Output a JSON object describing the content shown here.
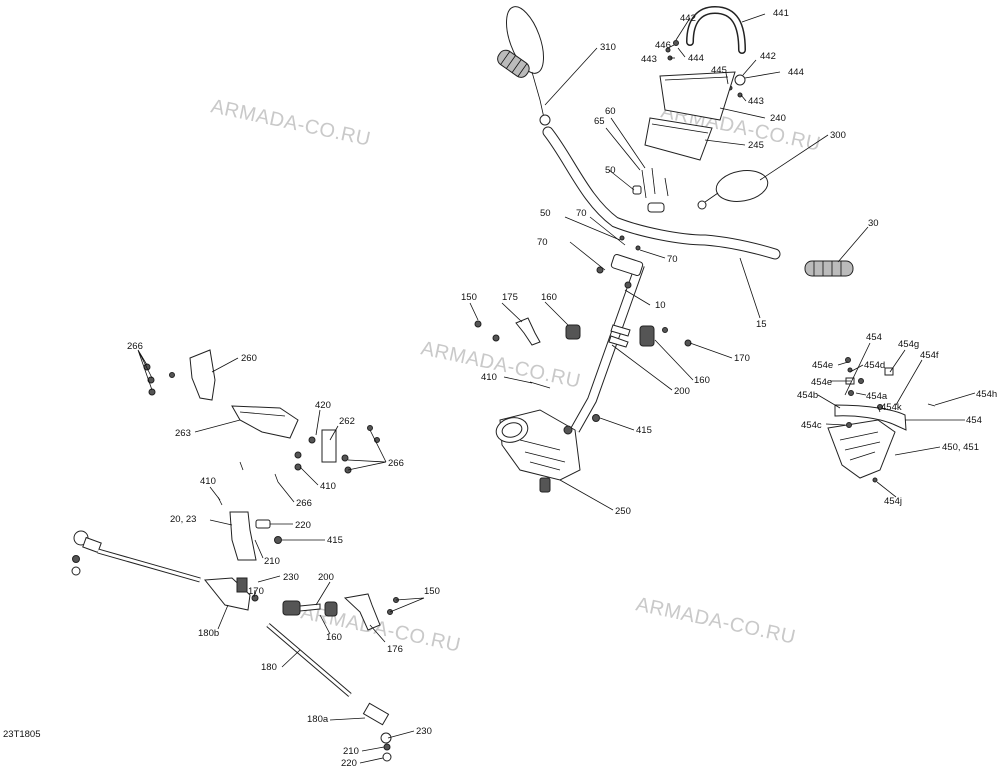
{
  "diagram": {
    "code": "23T1805",
    "watermark": "ARMADA-CO.RU",
    "labels": {
      "l441": "441",
      "l442a": "442",
      "l446": "446",
      "l443a": "443",
      "l444a": "444",
      "l442b": "442",
      "l445": "445",
      "l444b": "444",
      "l443b": "443",
      "l310": "310",
      "l240": "240",
      "l60": "60",
      "l65": "65",
      "l245": "245",
      "l300": "300",
      "l50a": "50",
      "l50b": "50",
      "l70a": "70",
      "l70b": "70",
      "l70c": "70",
      "l30": "30",
      "l10": "10",
      "l150a": "150",
      "l175": "175",
      "l160a": "160",
      "l15": "15",
      "l454": "454",
      "l454g": "454g",
      "l454e": "454e",
      "l454d": "454d",
      "l454f": "454f",
      "l454e2": "454e",
      "l454a": "454a",
      "l454b": "454b",
      "l454h": "454h",
      "l454k": "454k",
      "l454x": "454",
      "l454c": "454c",
      "l450": "450, 451",
      "l454j": "454j",
      "l170a": "170",
      "l160b": "160",
      "l200a": "200",
      "l410a": "410",
      "l415a": "415",
      "l250": "250",
      "l266a": "266",
      "l260": "260",
      "l263": "263",
      "l420": "420",
      "l262": "262",
      "l266b": "266",
      "l410b": "410",
      "l266c": "266",
      "l410c": "410",
      "l2023": "20, 23",
      "l220a": "220",
      "l415b": "415",
      "l210a": "210",
      "l230a": "230",
      "l170b": "170",
      "l200b": "200",
      "l150b": "150",
      "l180b": "180b",
      "l160c": "160",
      "l176": "176",
      "l180": "180",
      "l180a": "180a",
      "l230b": "230",
      "l210b": "210",
      "l220b": "220"
    }
  }
}
